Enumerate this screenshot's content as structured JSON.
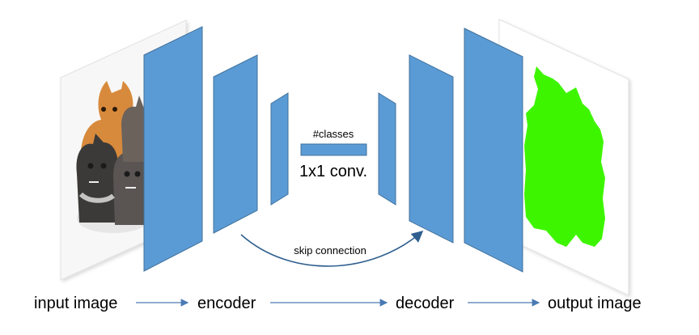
{
  "labels": {
    "input_image": "input image",
    "encoder": "encoder",
    "decoder": "decoder",
    "output_image": "output image",
    "classes": "#classes",
    "conv": "1x1 conv.",
    "skip": "skip connection"
  },
  "colors": {
    "block_fill": "#5b9bd5",
    "block_stroke": "#41719c",
    "arrow": "#4a7ab5",
    "skip_arrow": "#2f5f8f",
    "mask": "#3ef500"
  },
  "icons": {
    "input_photo": "kittens-photo",
    "output_mask": "segmentation-mask"
  }
}
